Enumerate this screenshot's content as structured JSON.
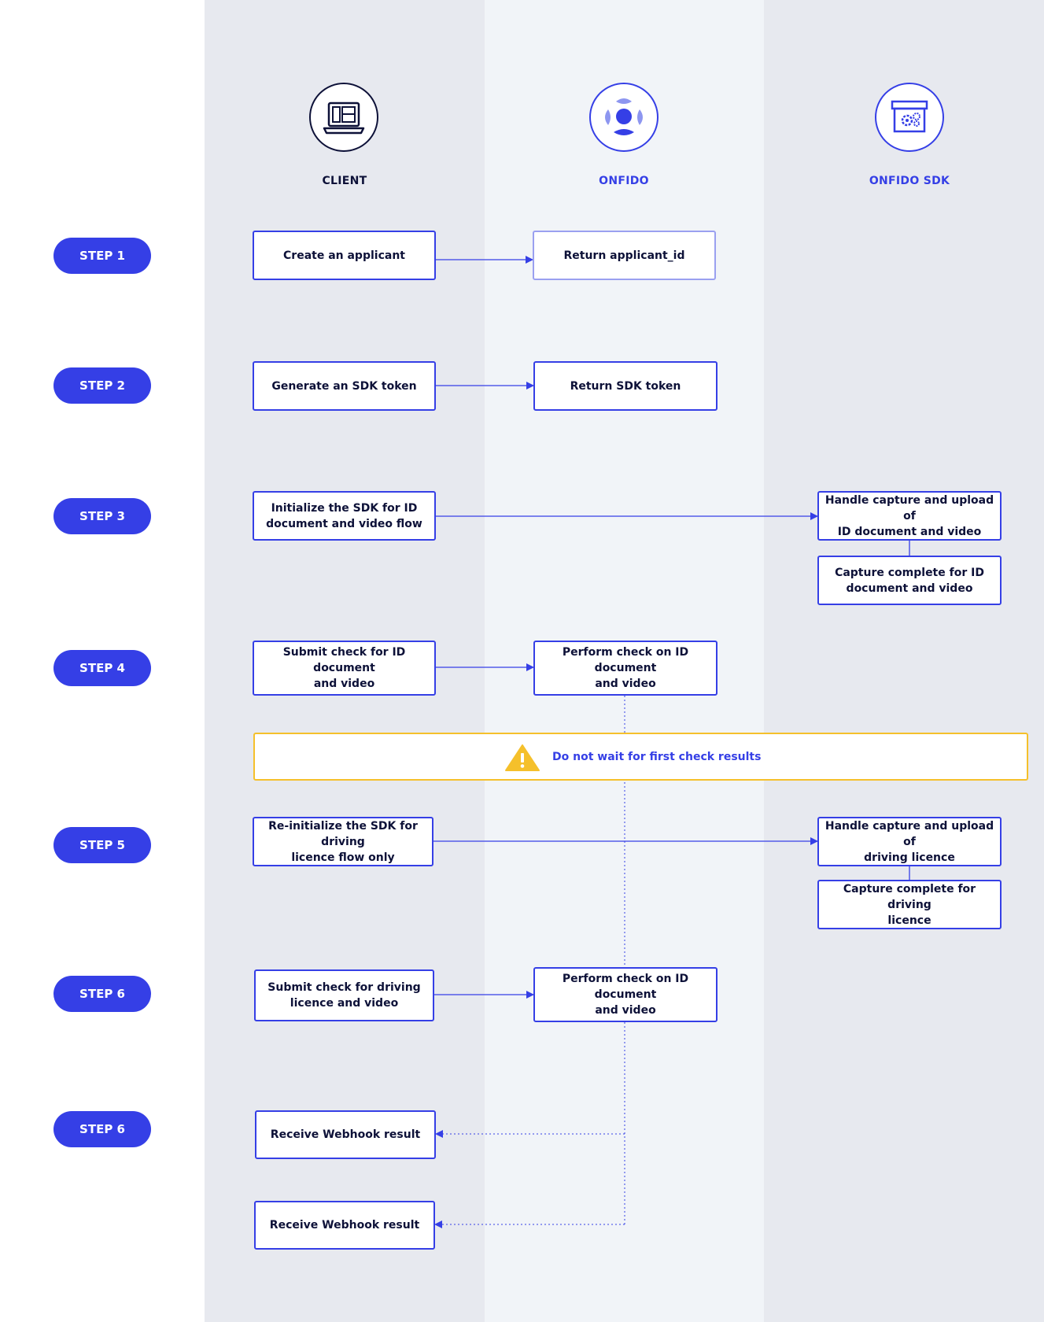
{
  "colors": {
    "accent": "#353fe6",
    "lane_dark": "#e7e9ef",
    "lane_light": "#f1f4f8",
    "warning_border": "#f5c02b",
    "warning_icon": "#f5c02b",
    "text_dark": "#0d1138"
  },
  "columns": [
    {
      "title": "CLIENT",
      "icon": "laptop-icon"
    },
    {
      "title": "ONFIDO",
      "icon": "onfido-logo-icon"
    },
    {
      "title": "ONFIDO SDK",
      "icon": "sdk-box-icon"
    }
  ],
  "steps": {
    "s1": "STEP 1",
    "s2": "STEP 2",
    "s3": "STEP 3",
    "s4": "STEP 4",
    "s5": "STEP 5",
    "s6a": "STEP 6",
    "s6b": "STEP 6"
  },
  "boxes": {
    "create_applicant": "Create an applicant",
    "return_applicant_id": "Return applicant_id",
    "generate_sdk_token": "Generate an SDK token",
    "return_sdk_token": "Return SDK token",
    "init_sdk_line1": "Initialize the SDK for ID",
    "init_sdk_line2": "document and video flow",
    "handle_capture_id_line1": "Handle capture and upload of",
    "handle_capture_id_line2": "ID document and video",
    "capture_complete_id_line1": "Capture complete for ID",
    "capture_complete_id_line2": "document and video",
    "submit_check_id_line1": "Submit check for ID document",
    "submit_check_id_line2": "and video",
    "perform_check_1_line1": "Perform check on ID document",
    "perform_check_1_line2": "and video",
    "reinit_sdk_line1": "Re-initialize the SDK for driving",
    "reinit_sdk_line2": "licence flow only",
    "handle_capture_dl_line1": "Handle capture and upload of",
    "handle_capture_dl_line2": "driving licence",
    "capture_complete_dl_line1": "Capture complete for driving",
    "capture_complete_dl_line2": "licence",
    "submit_check_dl_line1": "Submit check for driving",
    "submit_check_dl_line2": "licence and video",
    "perform_check_2_line1": "Perform check on ID document",
    "perform_check_2_line2": "and video",
    "webhook_1": "Receive Webhook result",
    "webhook_2": "Receive Webhook result"
  },
  "warning": {
    "text": "Do not wait for first check results",
    "icon": "warning-triangle-icon"
  }
}
